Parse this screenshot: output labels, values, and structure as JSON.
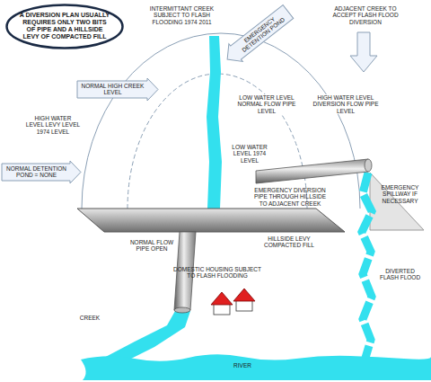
{
  "diagram": {
    "nodes": [
      {
        "text": [
          "A DIVERSION PLAN USUALLY REQUIRES ONLY TWO BITS OF PIPE AND A HILLSIDE LEVY OF COMPACTED FILL"
        ]
      },
      {
        "text": [
          "NORMAL HIGH CREEK LEVEL"
        ]
      },
      {
        "text": [
          "EMERGENCY DETENTION POND"
        ]
      },
      {
        "text": [
          "NORMAL DETENTION POND = NONE"
        ]
      }
    ],
    "labels": [
      "INTERMITTANT CREEK SUBJECT TO FLASH FLOODING 1974 2011",
      "ADJACENT CREEK TO ACCEPT FLASH FLOOD DIVERSION",
      "LOW WATER LEVEL NORMAL FLOW PIPE LEVEL",
      "HIGH WATER LEVEL DIVERSION FLOW PIPE LEVEL",
      "HIGH WATER LEVEL LEVY LEVEL 1974 LEVEL",
      "LOW WATER LEVEL 1974 LEVEL",
      "EMERGENCY DIVERSION PIPE THROUGH HILLSIDE TO ADJACENT CREEK",
      "EMERGENCY SPILLWAY IF NECESSARY",
      "HILLSIDE LEVY COMPACTED FILL",
      "NORMAL FLOW PIPE OPEN",
      "DOMESTIC HOUSING SUBJECT TO FLASH FLOODING",
      "DIVERTED FLASH FLOOD",
      "CREEK",
      "RIVER"
    ]
  }
}
